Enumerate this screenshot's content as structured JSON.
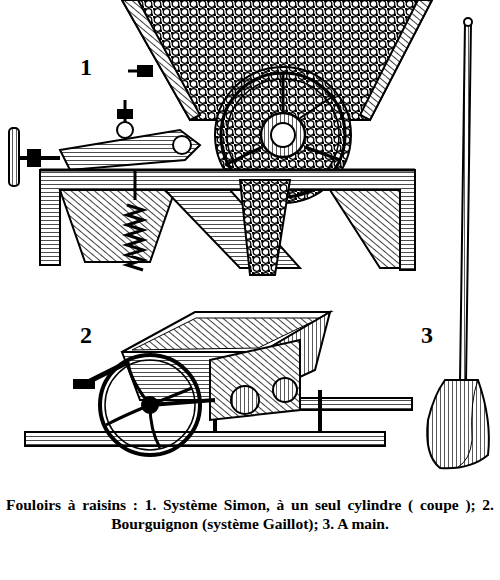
{
  "diagram": {
    "caption": "Fouloirs à raisins : 1. Système Simon, à un seul cylindre ( coupe ); 2. Bourguignon (système Gaillot); 3. A main.",
    "labels": [
      "1",
      "2",
      "3"
    ]
  }
}
